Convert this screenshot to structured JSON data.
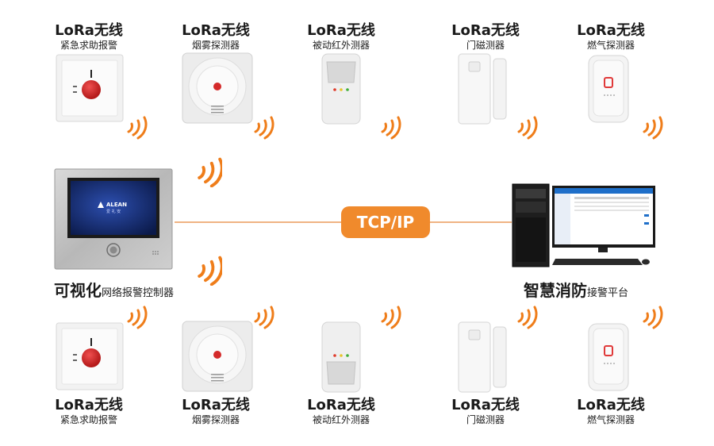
{
  "devices_top": [
    {
      "title": "LoRa无线",
      "subtitle": "紧急求助报警",
      "icon": "panic-button-icon"
    },
    {
      "title": "LoRa无线",
      "subtitle": "烟雾探测器",
      "icon": "smoke-detector-icon"
    },
    {
      "title": "LoRa无线",
      "subtitle": "被动红外测器",
      "icon": "pir-sensor-icon"
    },
    {
      "title": "LoRa无线",
      "subtitle": "门磁测器",
      "icon": "door-magnet-icon"
    },
    {
      "title": "LoRa无线",
      "subtitle": "燃气探测器",
      "icon": "gas-detector-icon"
    }
  ],
  "devices_bottom": [
    {
      "title": "LoRa无线",
      "subtitle": "紧急求助报警",
      "icon": "panic-button-icon"
    },
    {
      "title": "LoRa无线",
      "subtitle": "烟雾探测器",
      "icon": "smoke-detector-icon"
    },
    {
      "title": "LoRa无线",
      "subtitle": "被动红外测器",
      "icon": "pir-sensor-icon"
    },
    {
      "title": "LoRa无线",
      "subtitle": "门磁测器",
      "icon": "door-magnet-icon"
    },
    {
      "title": "LoRa无线",
      "subtitle": "燃气探测器",
      "icon": "gas-detector-icon"
    }
  ],
  "controller": {
    "name_bold": "可视化",
    "name_rest": "网络报警控制器",
    "screen_logo": "ALEAN",
    "screen_logo_sub": "爱 礼 安"
  },
  "platform": {
    "name_bold": "智慧消防",
    "name_rest": "接警平台"
  },
  "link": {
    "protocol": "TCP/IP"
  },
  "colors": {
    "accent": "#f08a2c",
    "wave": "#ef7d1a",
    "line": "#f0b383"
  }
}
